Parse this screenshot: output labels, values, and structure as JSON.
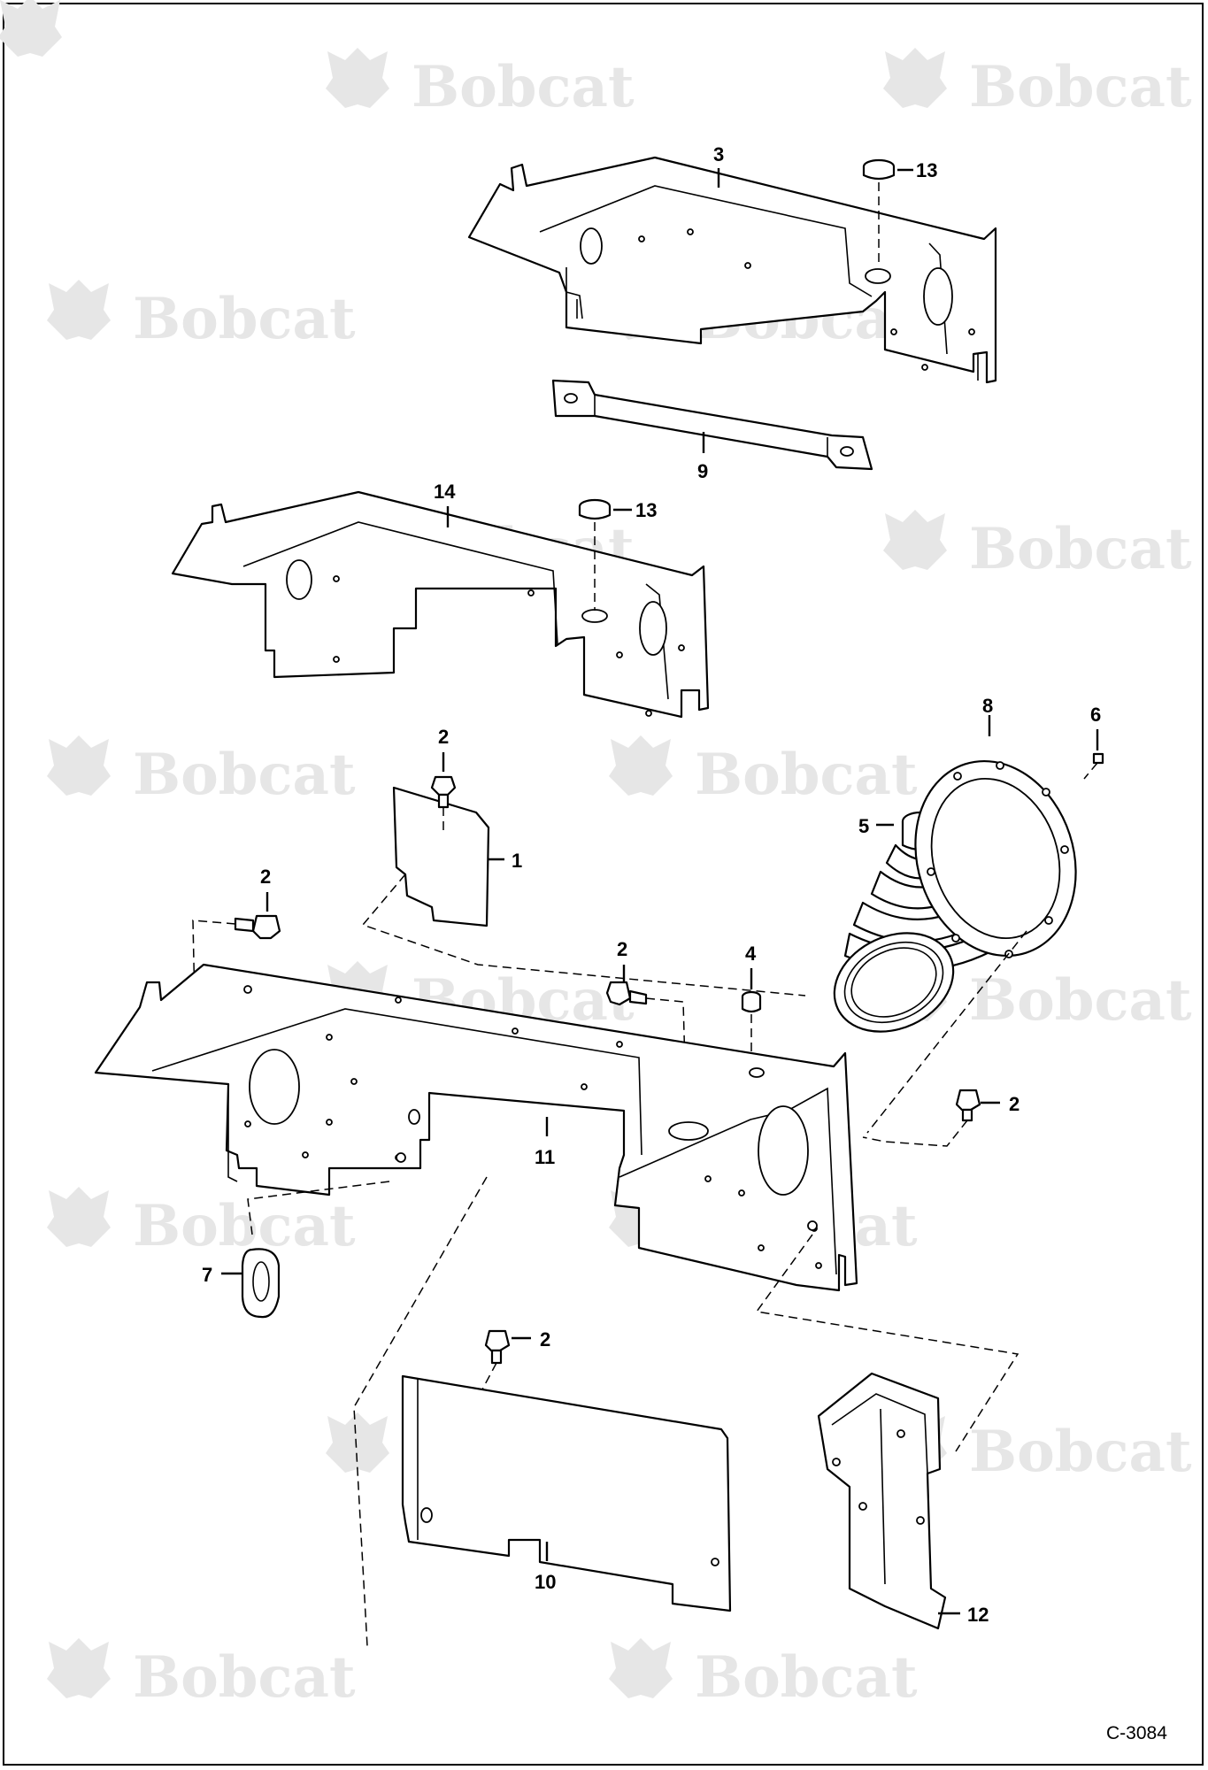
{
  "watermark": {
    "text": "Bobcat",
    "color": "#e6e6e6"
  },
  "drawing_code": "C-3084",
  "callouts": {
    "c1": "1",
    "c2a": "2",
    "c2b": "2",
    "c2c": "2",
    "c2d": "2",
    "c2e": "2",
    "c3": "3",
    "c4": "4",
    "c5": "5",
    "c6": "6",
    "c7": "7",
    "c8": "8",
    "c9": "9",
    "c10": "10",
    "c11": "11",
    "c12": "12",
    "c13a": "13",
    "c13b": "13",
    "c14": "14"
  }
}
